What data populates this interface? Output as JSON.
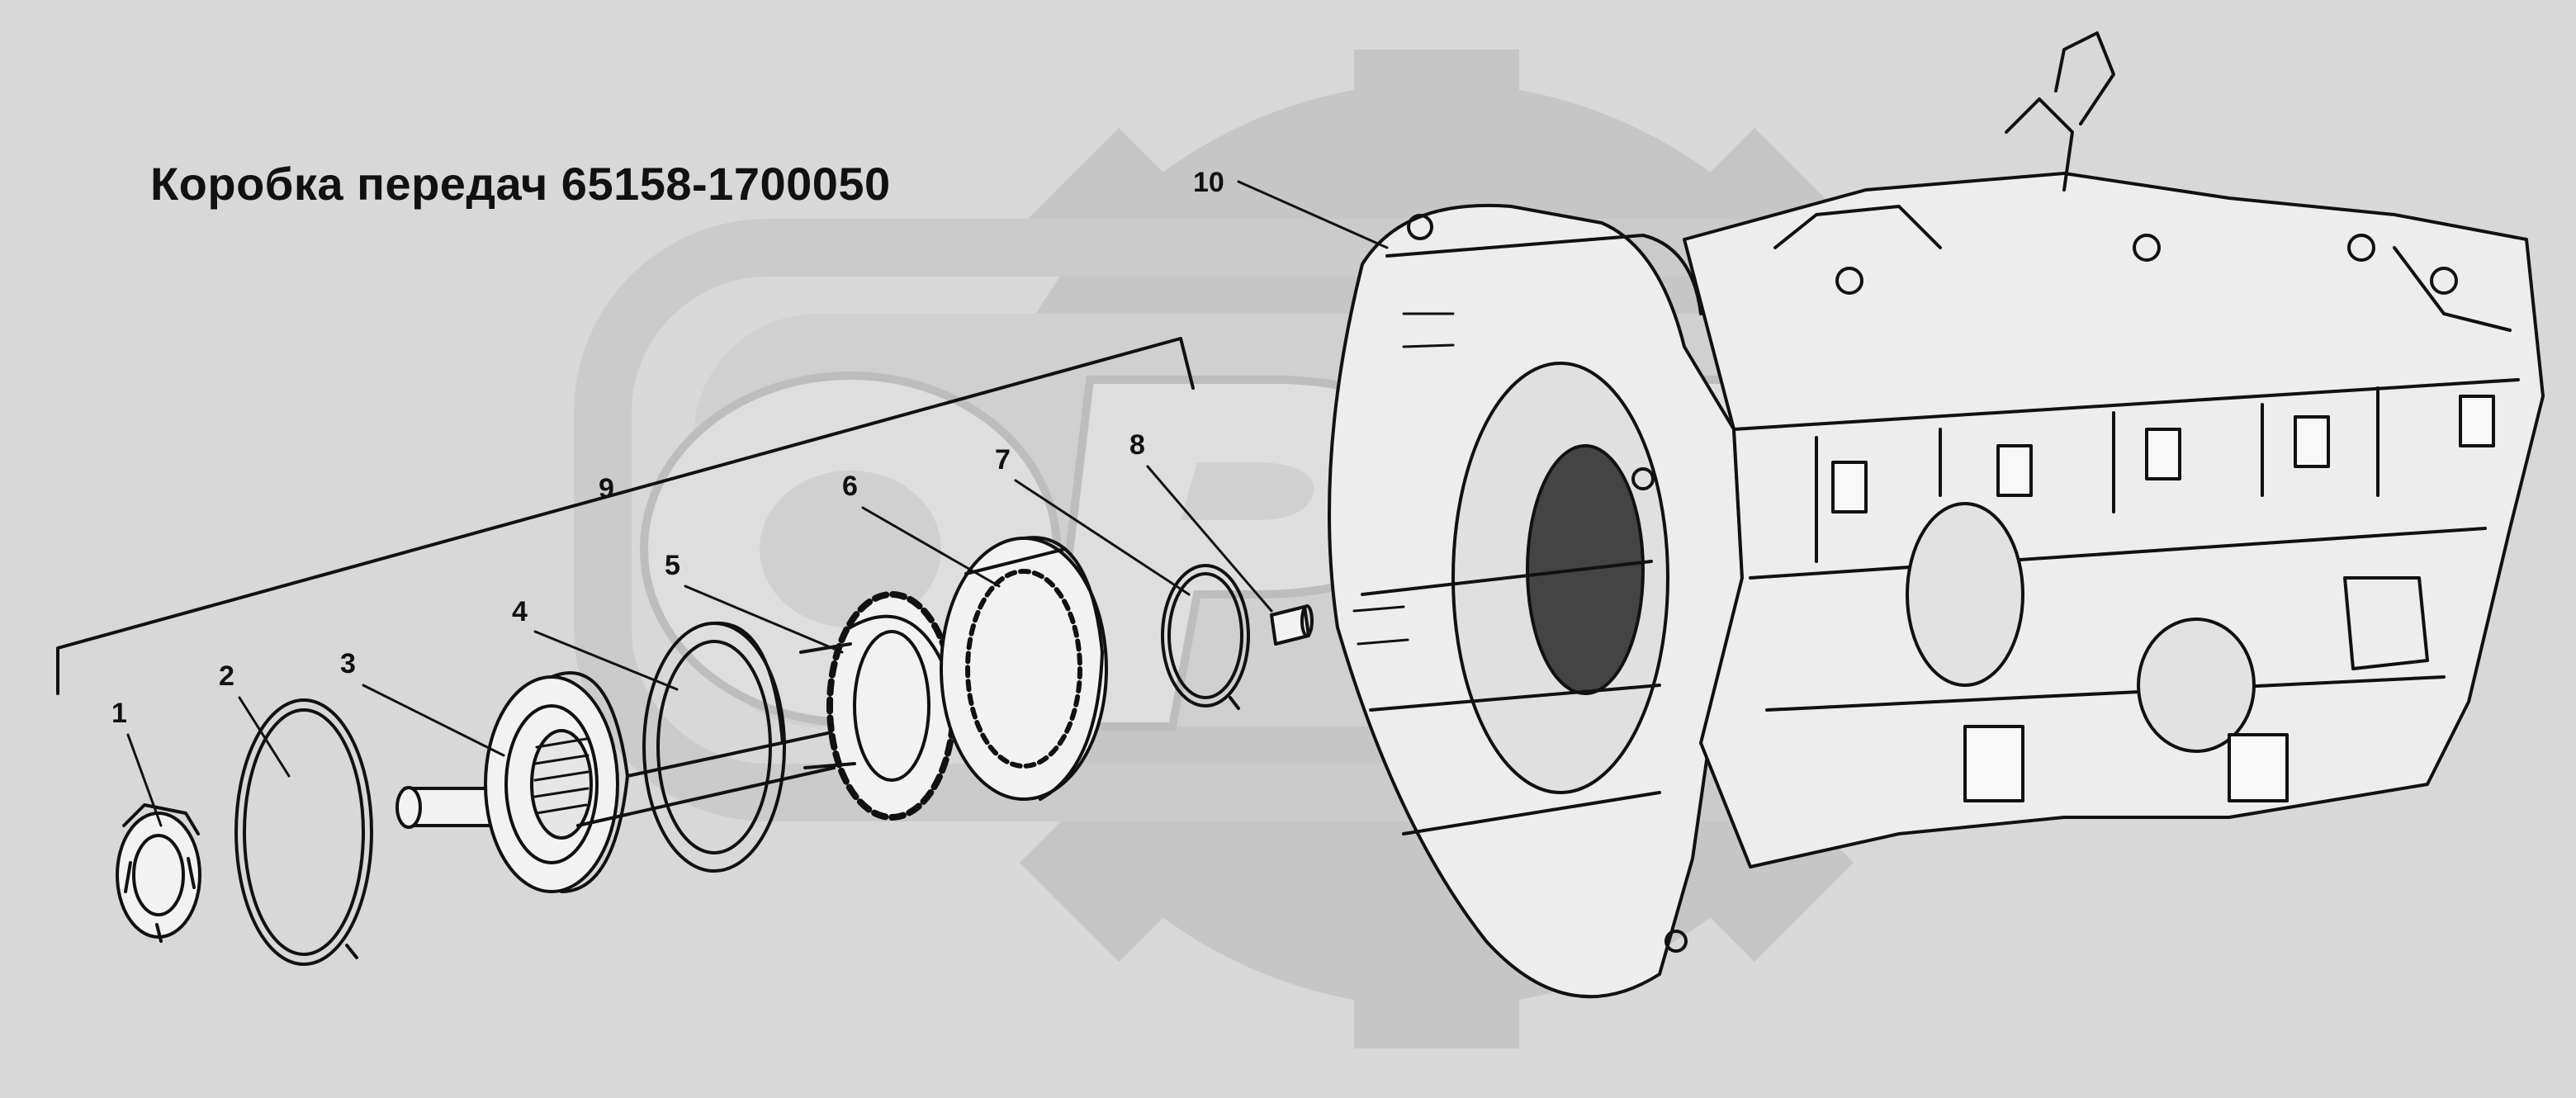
{
  "title": "Коробка передач 65158-1700050",
  "callouts": [
    "1",
    "2",
    "3",
    "4",
    "5",
    "6",
    "7",
    "8",
    "9",
    "10"
  ]
}
